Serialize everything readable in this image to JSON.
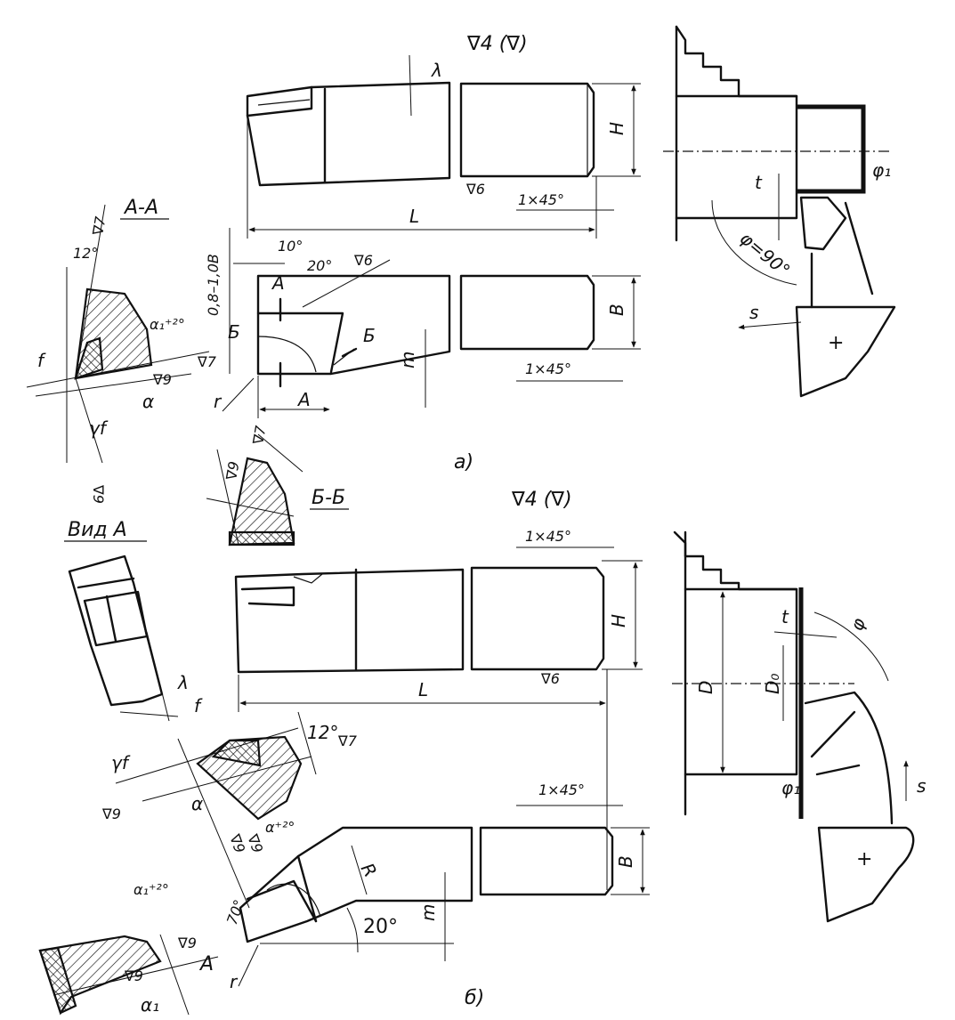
{
  "fig_a": {
    "caption": "а)",
    "surface_mark": "∇4 (∇)",
    "section_aa": "А-А",
    "section_bb": "Б-Б",
    "dims": {
      "L": "L",
      "H": "H",
      "B": "B",
      "m": "m",
      "A": "A",
      "r": "r",
      "t": "t",
      "chamfer_top": "1×45°",
      "chamfer_bottom": "1×45°",
      "rough_6": "∇6",
      "rough_6b": "∇6",
      "rough_7": "∇7",
      "rough_9": "∇9",
      "ang_10": "10°",
      "ang_20": "20°",
      "ang_12": "12°",
      "lambda": "λ",
      "range": "0,8–1,0B",
      "alpha": "α",
      "alpha1": "α₁⁺²°",
      "gamma": "γf",
      "f": "f",
      "phi": "φ=90°",
      "phi1": "φ₁",
      "s": "s",
      "B_mark": "Б",
      "B_mark2": "Б",
      "A_mark": "А",
      "bb_rough_1": "∇9",
      "bb_rough_2": "∇7",
      "aa_rough_1": "∇7",
      "aa_rough_2": "∇9",
      "aa_rough_3": "∇9"
    }
  },
  "fig_b": {
    "caption": "б)",
    "surface_mark": "∇4 (∇)",
    "view_a": "Вид А",
    "dims": {
      "L": "L",
      "H": "H",
      "B": "B",
      "R": "R",
      "m": "m",
      "D": "D",
      "D0": "D₀",
      "t": "t",
      "chamfer_top": "1×45°",
      "chamfer_bottom": "1×45°",
      "rough_6": "∇6",
      "ang_12": "12°",
      "rough_7": "∇7",
      "ang_20": "20°",
      "ang_70": "70°",
      "alpha": "α",
      "alpha_tol": "α⁺²°",
      "alpha1": "α₁⁺²°",
      "alpha1_b": "α₁",
      "gamma": "γf",
      "rough_9": "∇9",
      "rough_9b": "∇9",
      "rough_9c": "∇9",
      "rough_9d": "∇9",
      "lambda": "λ",
      "f": "f",
      "phi": "φ",
      "phi1": "φ₁",
      "s": "s",
      "r": "r",
      "A_mark": "А"
    }
  }
}
